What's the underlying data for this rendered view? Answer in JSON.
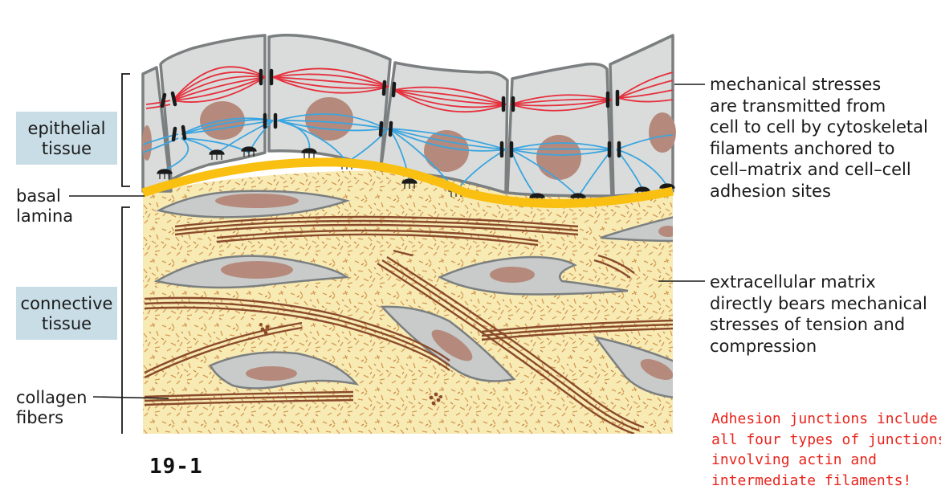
{
  "labels": {
    "epithelial": [
      "epithelial",
      "tissue"
    ],
    "basal": [
      "basal",
      "lamina"
    ],
    "connective": [
      "connective",
      "tissue"
    ],
    "collagen": [
      "collagen",
      "fibers"
    ]
  },
  "annotations": {
    "mechanical": [
      "mechanical stresses",
      "are transmitted from",
      "cell to cell by cytoskeletal",
      "filaments anchored to",
      "cell–matrix and cell–cell",
      "adhesion sites"
    ],
    "matrix": [
      "extracellular matrix",
      "directly bears mechanical",
      "stresses of tension and",
      "compression"
    ]
  },
  "figure_number": "19-1",
  "note": [
    "Adhesion junctions include",
    "all four types of junctions",
    "involving actin and",
    "intermediate filaments!"
  ],
  "colors": {
    "cell_fill": "#d9dcdb",
    "cell_outline": "#7b7f80",
    "nucleus": "#b58a7c",
    "actin": "#e62f3c",
    "intermediate": "#3aa5e0",
    "basal_lamina": "#f9bf11",
    "matrix": "#f7eab3",
    "collagen": "#8a4a2c",
    "tissue_box": "#c9dde6",
    "note": "#e8241c"
  }
}
